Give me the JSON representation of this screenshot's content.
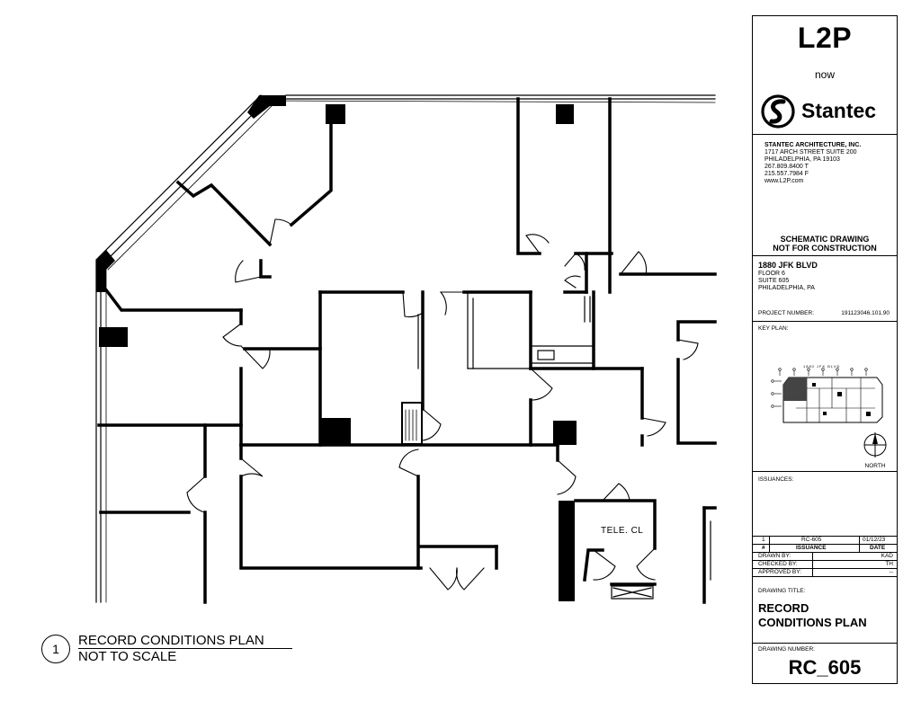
{
  "plan": {
    "room_label": "TELE. CL",
    "view_number": "1",
    "view_title": "RECORD CONDITIONS PLAN",
    "view_scale": "NOT TO SCALE"
  },
  "title_block": {
    "logo_top": "L2P",
    "logo_now": "now",
    "logo_brand": "Stantec",
    "firm_name": "STANTEC ARCHITECTURE, INC.",
    "firm_address1": "1717 ARCH STREET SUITE 200",
    "firm_address2": "PHILADELPHIA, PA 19103",
    "firm_phone": "267.809.8400 T",
    "firm_fax": "215.557.7984 F",
    "firm_web": "www.L2P.com",
    "status_line1": "SCHEMATIC DRAWING",
    "status_line2": "NOT FOR CONSTRUCTION",
    "project_name": "1880 JFK BLVD",
    "project_floor": "FLOOR 6",
    "project_suite": "SUITE 605",
    "project_city": "PHILADELPHIA, PA",
    "project_number_label": "PROJECT NUMBER:",
    "project_number": "191123046.101.90",
    "key_plan_label": "KEY PLAN:",
    "key_plan_street": "1880 JFK BLVD",
    "north_label": "NORTH",
    "issuances_label": "ISSUANCES:",
    "issuance_row": {
      "num": "1",
      "issuance": "RC-605",
      "date": "01/12/23"
    },
    "issuance_header": {
      "num": "#",
      "issuance": "ISSUANCE",
      "date": "DATE"
    },
    "drawn_by_label": "DRAWN BY:",
    "drawn_by": "KAD",
    "checked_by_label": "CHECKED BY:",
    "checked_by": "TH",
    "approved_by_label": "APPROVED BY:",
    "approved_by": "--",
    "drawing_title_label": "DRAWING TITLE:",
    "drawing_title_line1": "RECORD",
    "drawing_title_line2": "CONDITIONS PLAN",
    "drawing_number_label": "DRAWING NUMBER:",
    "drawing_number": "RC_605"
  }
}
